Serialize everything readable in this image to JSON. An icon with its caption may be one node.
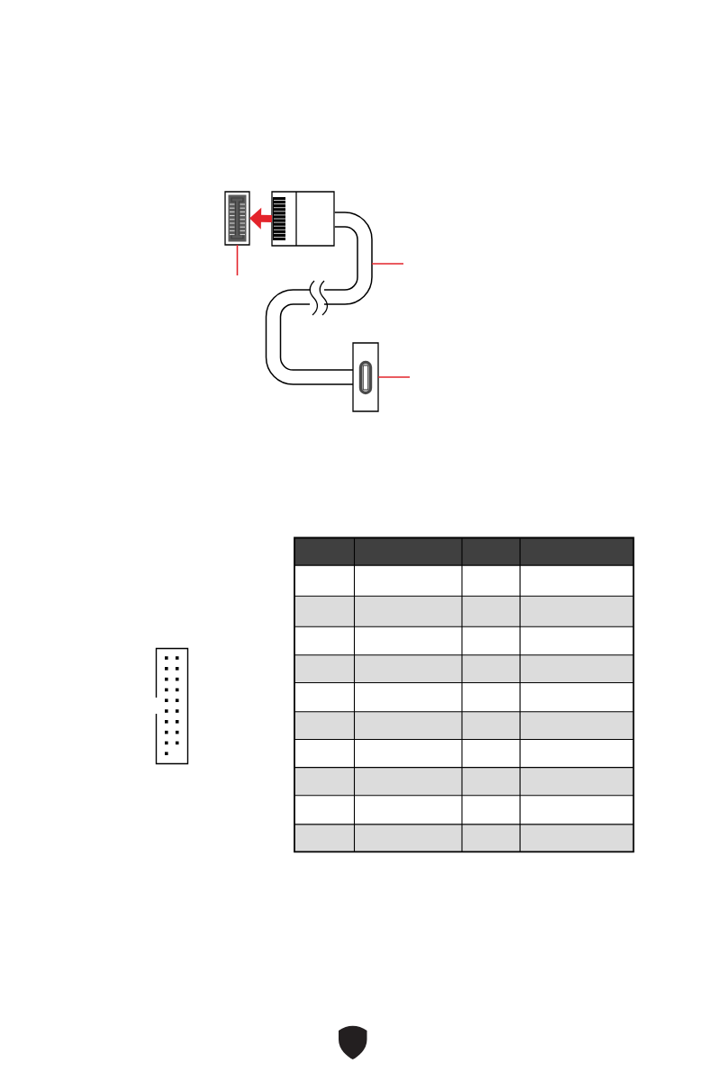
{
  "diagram": {
    "nodes": [
      {
        "text": [],
        "shape": "picture"
      },
      {
        "text": [],
        "shape": "box"
      },
      {
        "text": [],
        "shape": "picture"
      },
      {
        "text": [],
        "shape": "picture"
      }
    ],
    "edges": [
      {
        "from": 1,
        "to": 0,
        "arrow": "to",
        "style": "thick"
      },
      {
        "from": null,
        "to": 0,
        "arrow": "none"
      },
      {
        "from": null,
        "to": 2,
        "arrow": "none"
      },
      {
        "from": null,
        "to": 3,
        "arrow": "none"
      }
    ]
  }
}
